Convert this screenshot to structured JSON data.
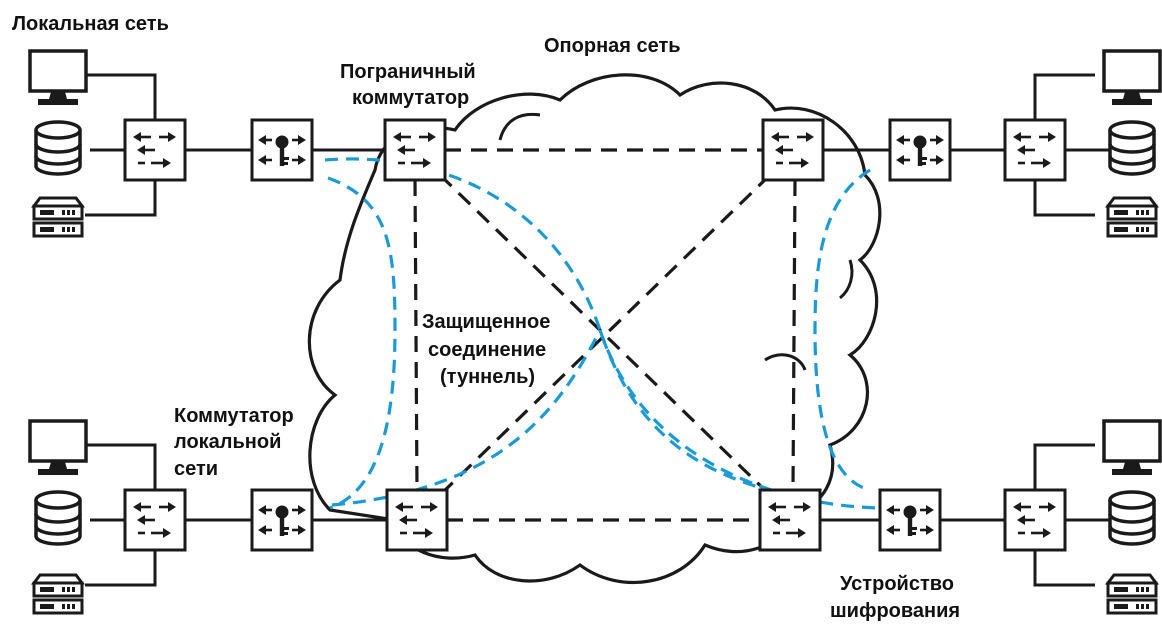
{
  "labels": {
    "local_network": "Локальная сеть",
    "backbone": "Опорная сеть",
    "edge_switch_line1": "Пограничный",
    "edge_switch_line2": "коммутатор",
    "tunnel_line1": "Защищенное",
    "tunnel_line2": "соединение",
    "tunnel_line3": "(туннель)",
    "lan_switch_line1": "Коммутатор",
    "lan_switch_line2": "локальной",
    "lan_switch_line3": "сети",
    "encryptor_line1": "Устройство",
    "encryptor_line2": "шифрования"
  },
  "colors": {
    "tunnel": "#1b9ad6",
    "line": "#1a1a1a"
  },
  "icons": [
    "monitor-icon",
    "database-icon",
    "server-icon",
    "switch-icon",
    "encryption-key-icon",
    "cloud-icon"
  ]
}
